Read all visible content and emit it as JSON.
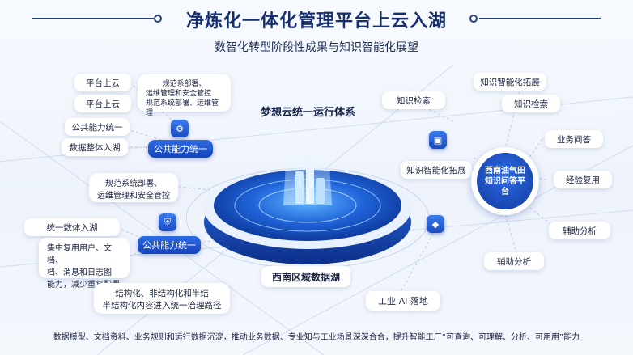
{
  "header": {
    "title": "净炼化一体化管理平台上云入湖",
    "subtitle": "数智化转型阶段性成果与知识智能化展望"
  },
  "center": {
    "system_label": "梦想云统一运行体系",
    "lake_label": "西南区域数据湖"
  },
  "left": {
    "cloud_a": "平台上云",
    "cloud_b": "平台上云",
    "capability_a": "公共能力统一",
    "lake_entry": "数据整体入湖",
    "blue_a": "公共能力统一",
    "note_top": [
      "规范系部署、",
      "运维管理和安全管控",
      "规范系统部署、运维管理"
    ],
    "note_mid": [
      "规范系统部署、",
      "运维管理和安全管控"
    ],
    "unify": "统一数体入湖",
    "blue_b": "公共能力统一",
    "note_reuse": [
      "集中复用用户、文档、",
      "档、消息和日志图",
      "能力，减少重复配置"
    ],
    "note_struct": [
      "结构化、非结构化和半结",
      "半结构化内容进入统一治理路径"
    ]
  },
  "right": {
    "kb_search_a": "知识检索",
    "kb_expand_a": "知识智能化拓展",
    "kb_search_b": "知识检索",
    "kb_expand_b": "知识智能化拓展",
    "hub": [
      "西南油气田",
      "知识问答平",
      "台"
    ],
    "biz_qa": "业务问答",
    "exp_reuse": "经验复用",
    "assist_a": "辅助分析",
    "assist_b": "辅助分析",
    "ai": "工业 AI 落地"
  },
  "footer": "数据模型、文档资料、业务规则和运行数据沉淀，推动业务数据、专业知与工业场景深深合合，提升智能工厂“可查询、可理解、分析、可用用”能力",
  "colors": {
    "accent": "#1a4cc0",
    "title": "#142e6e"
  }
}
